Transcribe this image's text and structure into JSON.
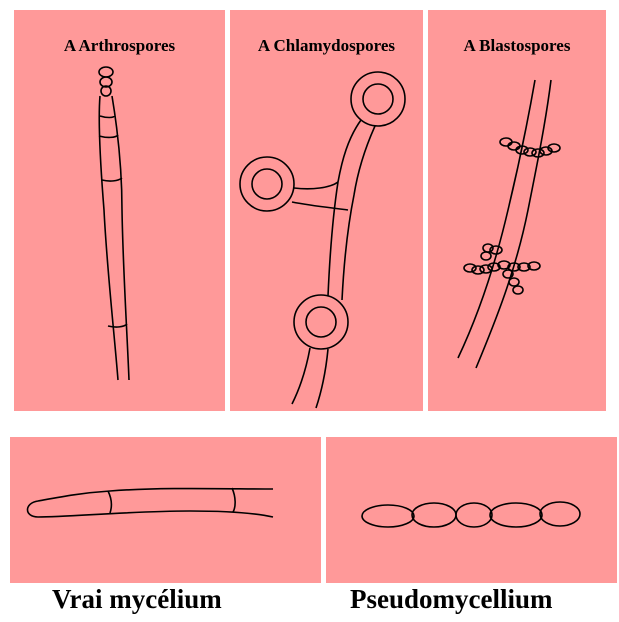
{
  "panels": {
    "arthrospores": {
      "title": "A Arthrospores"
    },
    "chlamydospores": {
      "title": "A Chlamydospores"
    },
    "blastospores": {
      "title": "A Blastospores"
    }
  },
  "captions": {
    "true_mycelium": "Vrai mycélium",
    "pseudomycelium": "Pseudomycellium"
  }
}
